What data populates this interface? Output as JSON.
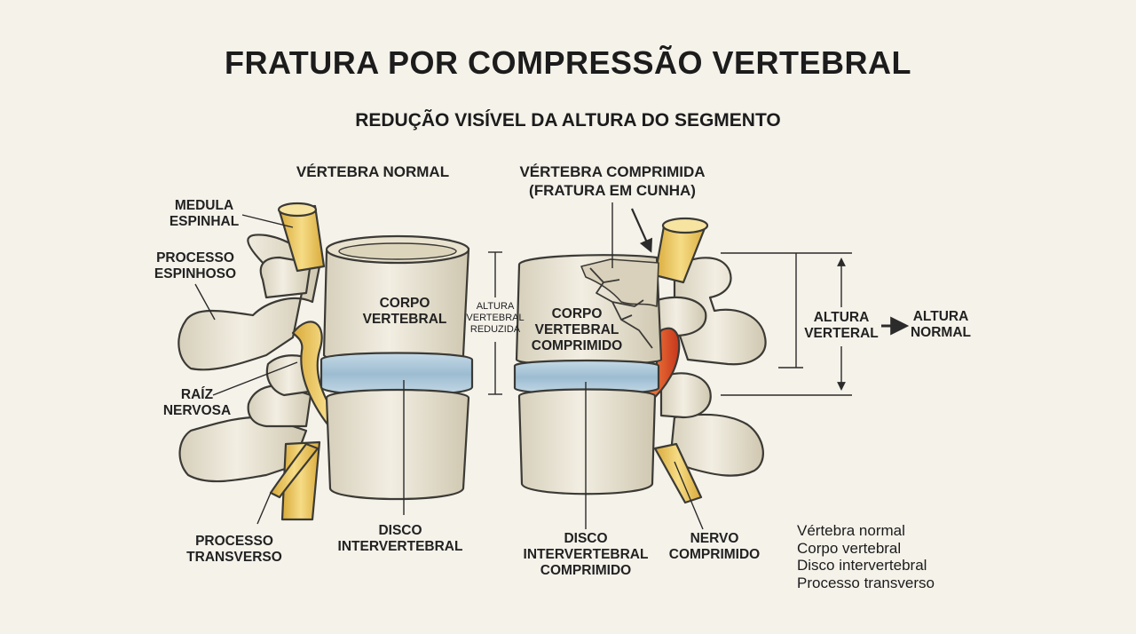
{
  "title": "FRATURA POR COMPRESSÃO VERTEBRAL",
  "subtitle": "REDUÇÃO VISÍVEL DA ALTURA DO SEGMENTO",
  "normal": {
    "heading": "VÉRTEBRA NORMAL",
    "spinal_cord": "MEDULA\nESPINHAL",
    "spinous_process": "PROCESSO\nESPINHOSO",
    "vertebral_body": "CORPO\nVERTEBRAL",
    "nerve_root": "RAÍZ\nNERVOSA",
    "transverse_process": "PROCESSO\nTRANSVERSO",
    "disc": "DISCO\nINTERVERTEBRAL"
  },
  "height_reduced": "ALTURA\nVERTEBRAL\nREDUZIDA",
  "compressed": {
    "heading": "VÉRTEBRA COMPRIMIDA\n(FRATURA EM CUNHA)",
    "vertebral_body": "CORPO\nVERTEBRAL\nCOMPRIMIDO",
    "disc": "DISCO\nINTERVERTEBRAL\nCOMPRIMIDO",
    "nerve": "NERVO\nCOMPRIMIDO"
  },
  "height_vertebral": "ALTURA\nVERTERAL",
  "height_normal": "ALTURA\nNORMAL",
  "legend": [
    "Vértebra normal",
    "Corpo vertebral",
    "Disco intervertebral",
    "Processo transverso"
  ],
  "colors": {
    "bone": "#ece6d6",
    "bone_shadow": "#c9c0a8",
    "outline": "#3b3a35",
    "disc": "#a9c6d8",
    "nerve": "#f0cf6a",
    "nerve_inflamed": "#e1532a",
    "background": "#f5f2ea"
  }
}
